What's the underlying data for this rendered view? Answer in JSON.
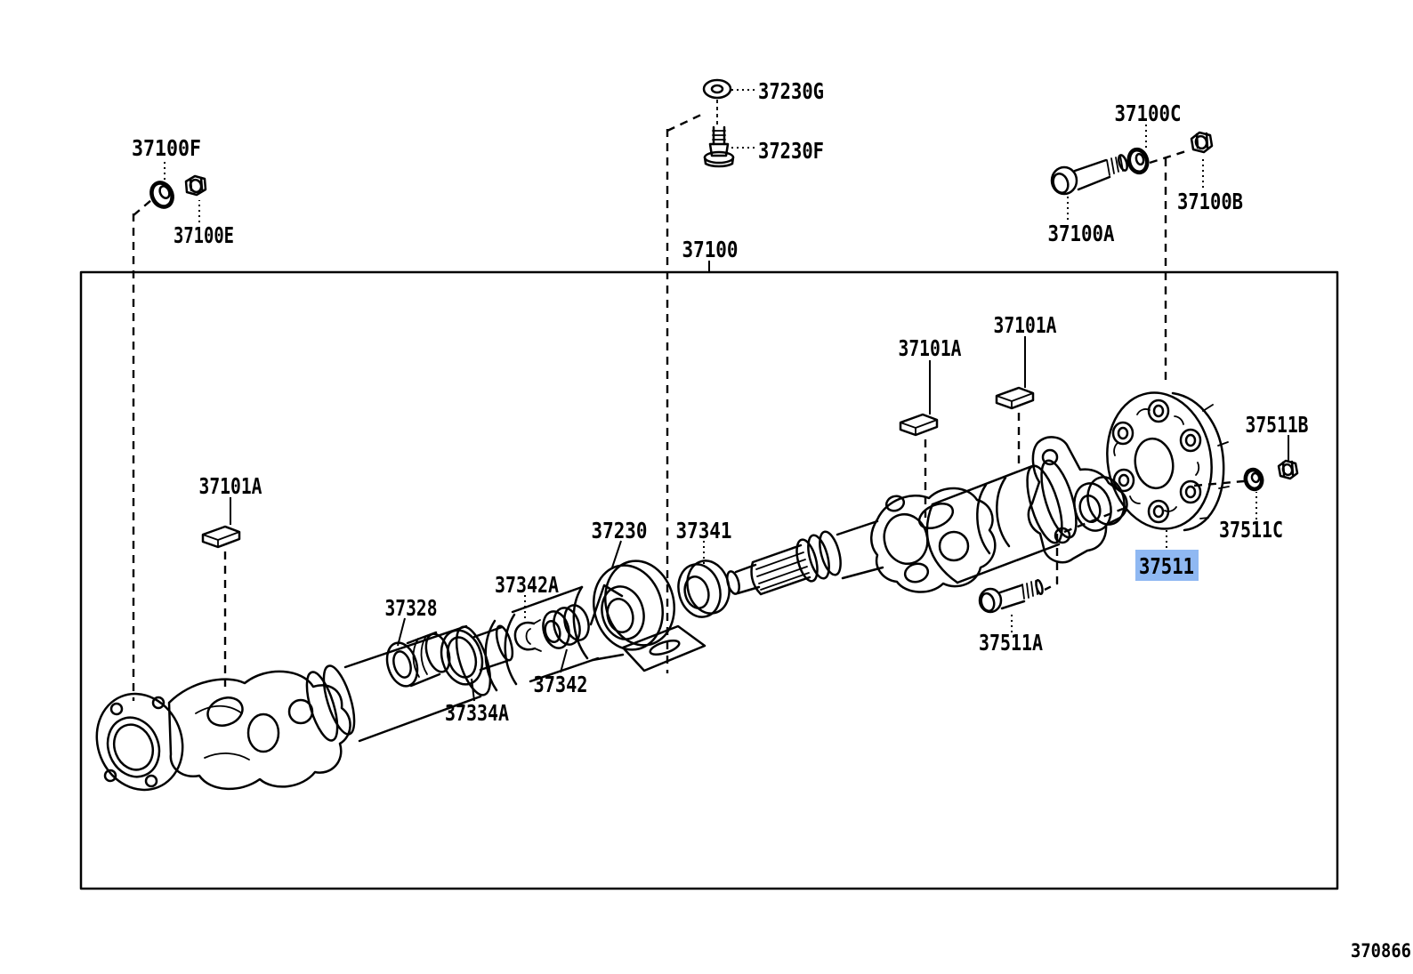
{
  "diagram": {
    "figure_code": "370866",
    "selected_part": "37511",
    "colors": {
      "highlight_bg": "#8fb8f2",
      "highlight_text": "#14386e",
      "line_color": "#000000",
      "background": "#ffffff"
    },
    "parts": {
      "37100": "37100",
      "37100A": "37100A",
      "37100B": "37100B",
      "37100C": "37100C",
      "37100E": "37100E",
      "37100F": "37100F",
      "37101A": "37101A",
      "37230": "37230",
      "37230F": "37230F",
      "37230G": "37230G",
      "37328": "37328",
      "37334A": "37334A",
      "37341": "37341",
      "37342": "37342",
      "37342A": "37342A",
      "37511": "37511",
      "37511A": "37511A",
      "37511B": "37511B",
      "37511C": "37511C"
    }
  }
}
